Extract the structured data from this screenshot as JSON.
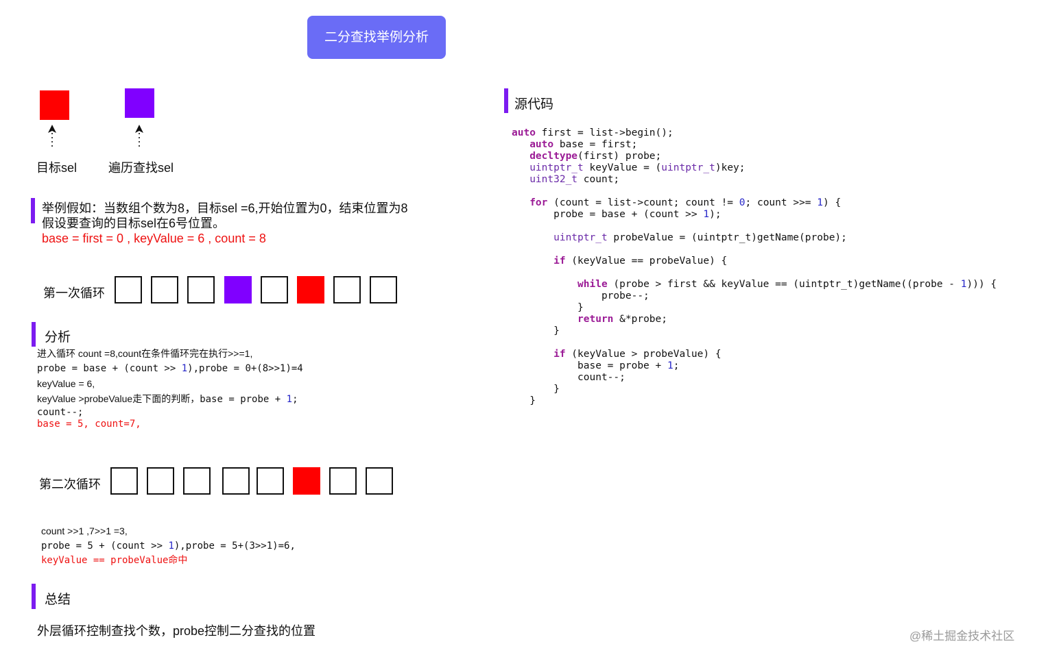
{
  "title": "二分查找举例分析",
  "legend": {
    "target_label": "目标sel",
    "traverse_label": "遍历查找sel",
    "target_color": "#ff0000",
    "traverse_color": "#8000ff"
  },
  "example": {
    "line1": "举例假如：当数组个数为8，目标sel =6,开始位置为0，结束位置为8",
    "line2": "假设要查询的目标sel在6号位置。",
    "line3": "base = first = 0 , keyValue = 6 , count = 8"
  },
  "loop1": {
    "label": "第一次循环",
    "cells": [
      "empty",
      "empty",
      "empty",
      "purple",
      "empty",
      "red",
      "empty",
      "empty"
    ]
  },
  "analysis": {
    "heading": "分析",
    "l1": "进入循环 count =8,count在条件循环完在执行>>=1,",
    "l2a": "probe = base + (count >> ",
    "l2n": "1",
    "l2b": "),probe = 0+(8>>1)=4",
    "l3": "keyValue = 6,",
    "l4a": "keyValue >probeValue走下面的判断，",
    "l4b": "base = probe + ",
    "l4n": "1",
    "l4c": ";",
    "l5": "count--;",
    "l6": "base = 5, count=7,"
  },
  "loop2": {
    "label": "第二次循环",
    "cells": [
      "empty",
      "empty",
      "empty",
      "empty",
      "empty",
      "red",
      "empty",
      "empty"
    ]
  },
  "second": {
    "l1": "count >>1 ,7>>1 =3,",
    "l2a": "probe = 5 + (count >> ",
    "l2n": "1",
    "l2b": "),probe = 5+(3>>1)=6,",
    "l3": "keyValue == probeValue命中"
  },
  "summary": {
    "heading": "总结",
    "text": "外层循环控制查找个数，probe控制二分查找的位置"
  },
  "source": {
    "heading": "源代码",
    "code_html": "<span class=\"kw\">auto</span> first = list->begin();\n   <span class=\"kw\">auto</span> base = first;\n   <span class=\"kw\">decltype</span>(first) probe;\n   <span class=\"ty\">uintptr_t</span> keyValue = (<span class=\"ty\">uintptr_t</span>)key;\n   <span class=\"ty\">uint32_t</span> count;\n\n   <span class=\"kw\">for</span> (count = list->count; count != <span class=\"num\">0</span>; count >>= <span class=\"num\">1</span>) {\n       probe = base + (count >> <span class=\"num\">1</span>);\n\n       <span class=\"ty\">uintptr_t</span> probeValue = (uintptr_t)getName(probe);\n\n       <span class=\"kw\">if</span> (keyValue == probeValue) {\n\n           <span class=\"kw\">while</span> (probe > first && keyValue == (uintptr_t)getName((probe - <span class=\"num\">1</span>))) {\n               probe--;\n           }\n           <span class=\"kw\">return</span> &*probe;\n       }\n\n       <span class=\"kw\">if</span> (keyValue > probeValue) {\n           base = probe + <span class=\"num\">1</span>;\n           count--;\n       }\n   }"
  },
  "watermark": "@稀土掘金技术社区"
}
